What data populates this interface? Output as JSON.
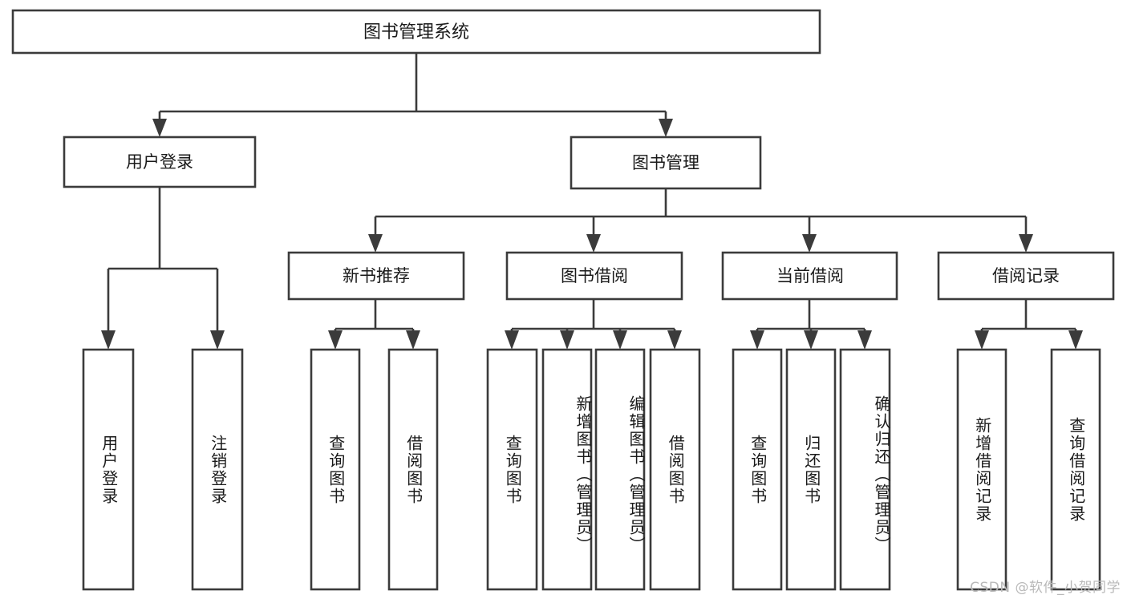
{
  "diagram": {
    "title": "图书管理系统",
    "type": "tree",
    "orientation": "top-down",
    "colors": {
      "box_stroke": "#3b3b3b",
      "box_fill": "#ffffff",
      "text": "#1a1a1a",
      "connector": "#3b3b3b",
      "background": "#ffffff",
      "watermark": "#b9b9b9"
    },
    "root": {
      "label": "图书管理系统"
    },
    "level2": [
      {
        "label": "用户登录"
      },
      {
        "label": "图书管理"
      }
    ],
    "level3": [
      {
        "label": "新书推荐"
      },
      {
        "label": "图书借阅"
      },
      {
        "label": "当前借阅"
      },
      {
        "label": "借阅记录"
      }
    ],
    "leaves": {
      "user_login": [
        {
          "label": "用户登录"
        },
        {
          "label": "注销登录"
        }
      ],
      "new_book_recommend": [
        {
          "label": "查询图书"
        },
        {
          "label": "借阅图书"
        }
      ],
      "book_borrow": [
        {
          "label": "查询图书"
        },
        {
          "label": "新增图书（管理员）"
        },
        {
          "label": "编辑图书（管理员）"
        },
        {
          "label": "借阅图书"
        }
      ],
      "current_borrow": [
        {
          "label": "查询图书"
        },
        {
          "label": "归还图书"
        },
        {
          "label": "确认归还（管理员）"
        }
      ],
      "borrow_record": [
        {
          "label": "新增借阅记录"
        },
        {
          "label": "查询借阅记录"
        }
      ]
    }
  },
  "watermark": {
    "text": "CSDN @软件_小贺同学"
  }
}
